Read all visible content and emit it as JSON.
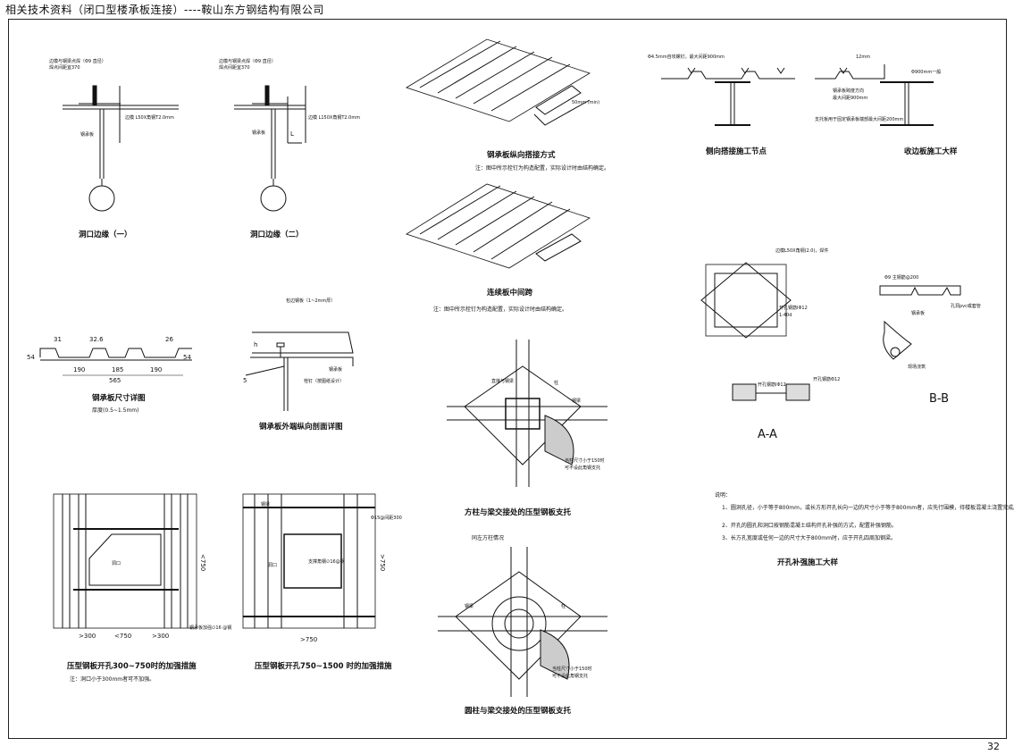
{
  "header": "相关技术资料（闭口型楼承板连接）----鞍山东方钢结构有限公司",
  "page_number": "32",
  "details": {
    "edge1": {
      "caption": "洞口边缘（一）",
      "note1": "边模与钢梁点焊（Φ9 直径）",
      "note2": "焊点间距宜370",
      "note3": "边模 L50X角钢T2.0mm",
      "note4": "钢承板"
    },
    "edge2": {
      "caption": "洞口边缘（二）",
      "note1": "边模与钢梁点焊（Φ9 直径）",
      "note2": "焊点间距宜370",
      "note3": "边模 L150X角钢T2.0mm",
      "note4": "钢承板",
      "dim": "L"
    },
    "lap": {
      "caption": "钢承板纵向搭接方式",
      "note": "注：图中所示栓钉为构造配置，实际设计时由结构确定。",
      "dim": "50mm (min)"
    },
    "continuous": {
      "caption": "连续板中间跨",
      "note": "注：图中所示栓钉为构造配置，实际设计时由结构确定。"
    },
    "side_lap": {
      "caption": "侧向搭接施工节点",
      "note": "Φ4.5mm自攻螺钉，最大间距900mm"
    },
    "edge_plate": {
      "caption": "收边板施工大样",
      "note1": "12mm",
      "note2": "Φ900mm一般",
      "note3": "钢承板跨度方向",
      "note4": "最大间距900mm",
      "note5": "支托板用于固定钢承板端部最大间距200mm"
    },
    "profile": {
      "caption": "钢承板尺寸详图",
      "sub": "厚度(0.5~1.5mm)",
      "dims": [
        "31",
        "32.6",
        "26",
        "54",
        "190",
        "185",
        "190",
        "565",
        "54"
      ]
    },
    "section": {
      "caption": "钢承板外端纵向剖面详图",
      "note1": "包边钢板（1~2mm厚）",
      "note2": "钢承板",
      "note3": "栓钉（按图纸设计）",
      "dim_h": "h",
      "dim_5": "5"
    },
    "rect_col": {
      "caption": "方柱与梁交接处的压型钢板支托",
      "note1": "直接与钢梁",
      "note2": "柱",
      "note3": "钢梁",
      "note4": "当柱尺寸小于150时",
      "note5": "可不设此角钢支托"
    },
    "round_col": {
      "caption": "圆柱与梁交接处的压型钢板支托",
      "note0": "同左方柱情况",
      "note1": "钢梁",
      "note2": "柱",
      "note3": "当柱尺寸小于150时",
      "note4": "可不设此角钢支托"
    },
    "opening_small": {
      "caption": "压型钢板开孔300~750时的加强措施",
      "note": "注：洞口小于300mm者可不加强。",
      "dims": [
        ">300",
        "<750",
        ">300",
        "<750"
      ],
      "label1": "洞口",
      "label2": "钢承板加强∅16 @钢"
    },
    "opening_large": {
      "caption": "压型钢板开孔750~1500 时的加强措施",
      "dims": [
        "Φ15@间距300",
        ">750",
        ">750"
      ],
      "label1": "钢梁",
      "label2": "洞口",
      "label3": "支撑角钢∅16@钢"
    },
    "hole_detail": {
      "caption": "开孔补强施工大样",
      "section_aa": "A-A",
      "section_bb": "B-B",
      "note_top": "边模L50X角钢(2.0)，焊件",
      "note_bar1": "开孔钢筋ⅠΦ12",
      "note_bar2": "开孔钢筋ⅠΦ12",
      "note_bar3": "开孔钢筋Φ12",
      "note_anchor": "1:40d",
      "bb_note1": "Φ9 主钢筋@200",
      "bb_note2": "钢承板",
      "bb_note3": "孔洞pvc或套管",
      "bb_note4": "现场浇筑"
    },
    "instructions": {
      "title": "说明：",
      "items": [
        "1、圆洞孔径，小于等于800mm，或长方形开孔长向一边的尺寸小于等于800mm者，应先行围模，待楼板混凝土浇置完成后，并经其设计强度75%以上时再行切割开孔。",
        "2、开孔的圆孔和洞口按钢筋混凝土结构开孔补强的方式，配置补强钢筋。",
        "3、长方孔宽度或任何一边的尺寸大于800mm时，应于开孔四周加钢梁。"
      ]
    }
  }
}
